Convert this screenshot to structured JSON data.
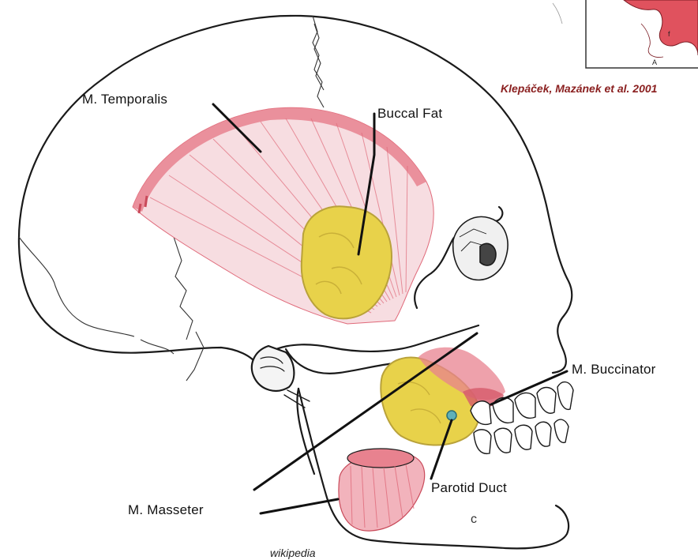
{
  "labels": {
    "temporalis": "M. Temporalis",
    "buccal_fat": "Buccal Fat",
    "buccinator": "M. Buccinator",
    "masseter": "M. Masseter",
    "parotid_duct": "Parotid Duct"
  },
  "credit": "Klepáček, Mazánek et al. 2001",
  "source": "wikipedia",
  "inset": {
    "letter_a": "A",
    "letter_f": "f"
  },
  "colors": {
    "outline": "#1a1a1a",
    "muscle": "#e06a7a",
    "muscle_light": "#f2b3bc",
    "fat": "#e8d24a",
    "fat_dark": "#b9a23a",
    "credit": "#8a1f1f"
  }
}
